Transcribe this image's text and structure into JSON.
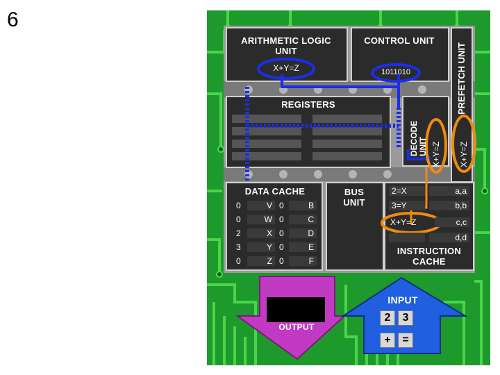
{
  "slide_number": "6",
  "alu": {
    "title": "ARITHMETIC LOGIC UNIT",
    "formula": "X+Y=Z"
  },
  "control_unit": {
    "title": "CONTROL UNIT",
    "code": "1011010"
  },
  "prefetch_unit": {
    "title": "PREFETCH UNIT",
    "formula": "X+Y=Z"
  },
  "registers": {
    "title": "REGISTERS"
  },
  "decode_unit": {
    "title": "DECODE UNIT",
    "formula": "X+Y=Z"
  },
  "data_cache": {
    "title": "DATA CACHE",
    "rows": [
      {
        "c1": "0",
        "c2": "V",
        "c3": "0",
        "c4": "B"
      },
      {
        "c1": "0",
        "c2": "W",
        "c3": "0",
        "c4": "C"
      },
      {
        "c1": "2",
        "c2": "X",
        "c3": "0",
        "c4": "D"
      },
      {
        "c1": "3",
        "c2": "Y",
        "c3": "0",
        "c4": "E"
      },
      {
        "c1": "0",
        "c2": "Z",
        "c3": "0",
        "c4": "F"
      }
    ]
  },
  "bus_unit": {
    "title": "BUS UNIT"
  },
  "instruction_cache": {
    "title": "INSTRUCTION CACHE",
    "rows": [
      {
        "left": "2=X",
        "right": "a,a"
      },
      {
        "left": "3=Y",
        "right": "b,b"
      },
      {
        "left": "X+Y=Z",
        "right": "c,c"
      },
      {
        "left": "",
        "right": "d,d"
      }
    ]
  },
  "output": {
    "label": "OUTPUT"
  },
  "input": {
    "label": "INPUT",
    "keys": [
      "2",
      "3",
      "+",
      "="
    ]
  },
  "colors": {
    "board": "#1e9a2c",
    "trace": "#3fcf3f",
    "panel": "#2b2b2b",
    "blue_path": "#1a2ee8",
    "orange_highlight": "#f08a10",
    "output_arrow": "#c23ac4",
    "input_arrow": "#1f5fe0"
  }
}
